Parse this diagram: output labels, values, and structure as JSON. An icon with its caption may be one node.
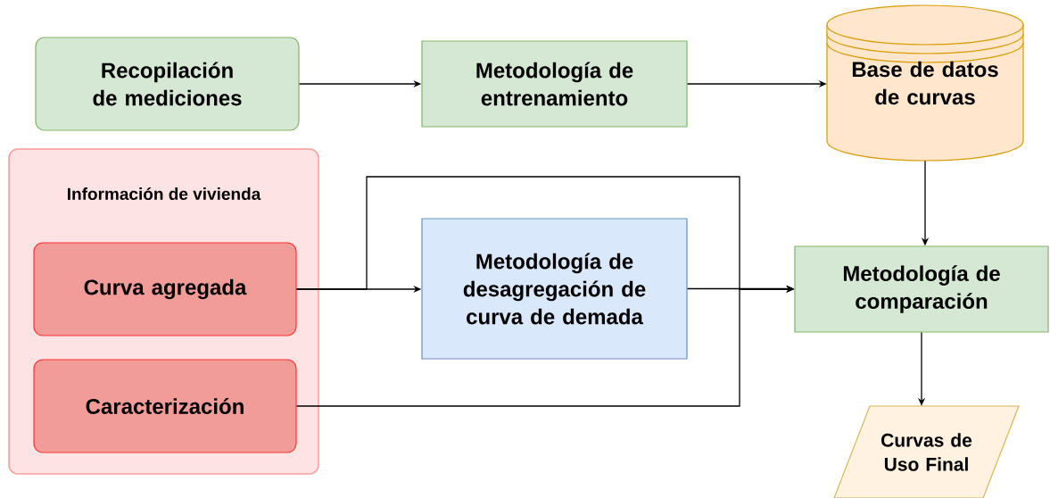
{
  "diagram": {
    "nodes": [
      {
        "text": [
          "Recopilación de mediciones"
        ]
      },
      {
        "text": [
          "Metodología de entrenamiento"
        ]
      },
      {
        "text": [
          "Base de datos de curvas"
        ]
      },
      {
        "text": [
          "Información de vivienda"
        ]
      },
      {
        "text": [
          "Curva agregada"
        ],
        "in": 3
      },
      {
        "text": [
          "Caracterización"
        ],
        "in": 3
      },
      {
        "text": [
          "Metodología de desagregación de curva de demada"
        ]
      },
      {
        "text": [
          "Metodología de comparación"
        ]
      },
      {
        "text": [
          "Curvas de Uso Final"
        ]
      }
    ],
    "edges": [
      {
        "from": 0,
        "to": 1,
        "arrow": "to"
      },
      {
        "from": 1,
        "to": 2,
        "arrow": "to"
      },
      {
        "from": 4,
        "to": 6,
        "arrow": "to"
      },
      {
        "from": 4,
        "to": 7,
        "arrow": "to"
      },
      {
        "from": 5,
        "to": 7,
        "arrow": "to"
      },
      {
        "from": 6,
        "to": 7,
        "arrow": "to"
      },
      {
        "from": 2,
        "to": 7,
        "arrow": "to"
      },
      {
        "from": 7,
        "to": 8,
        "arrow": "to"
      }
    ]
  }
}
